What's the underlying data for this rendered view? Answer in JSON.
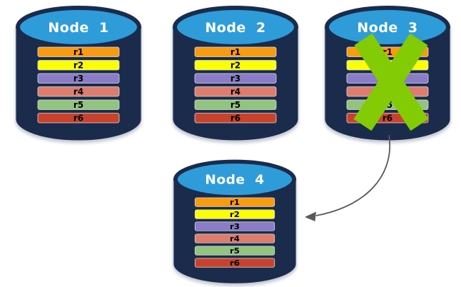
{
  "diagram_type": "database-replication-failover",
  "nodes": [
    {
      "label": "Node 1",
      "failed": false,
      "replicas": [
        "r1",
        "r2",
        "r3",
        "r4",
        "r5",
        "r6"
      ]
    },
    {
      "label": "Node 2",
      "failed": false,
      "replicas": [
        "r1",
        "r2",
        "r3",
        "r4",
        "r5",
        "r6"
      ]
    },
    {
      "label": "Node 3",
      "failed": true,
      "replicas": [
        "r1",
        "r2",
        "r3",
        "r4",
        "r5",
        "r6"
      ]
    },
    {
      "label": "Node 4",
      "failed": false,
      "replicas": [
        "r1",
        "r2",
        "r3",
        "r4",
        "r5",
        "r6"
      ]
    }
  ],
  "arrow": {
    "from": "Node 3",
    "to": "Node 4"
  },
  "icons": {
    "failure": "x-mark-icon",
    "transfer": "curved-arrow-icon"
  },
  "colors": {
    "cylinder_body": "#1A2B4C",
    "cylinder_top": "#2E9CD9",
    "cylinder_outline": "#C5CBD6",
    "replica_r1": "#F99B0F",
    "replica_r2": "#FCFE02",
    "replica_r3": "#8A7CC6",
    "replica_r4": "#DC7D6E",
    "replica_r5": "#92C47F",
    "replica_r6": "#C9422B",
    "failure_x": "#82CB05",
    "arrow": "#595959",
    "node_label_text": "#FFFFFF",
    "replica_label_text": "#000000"
  }
}
